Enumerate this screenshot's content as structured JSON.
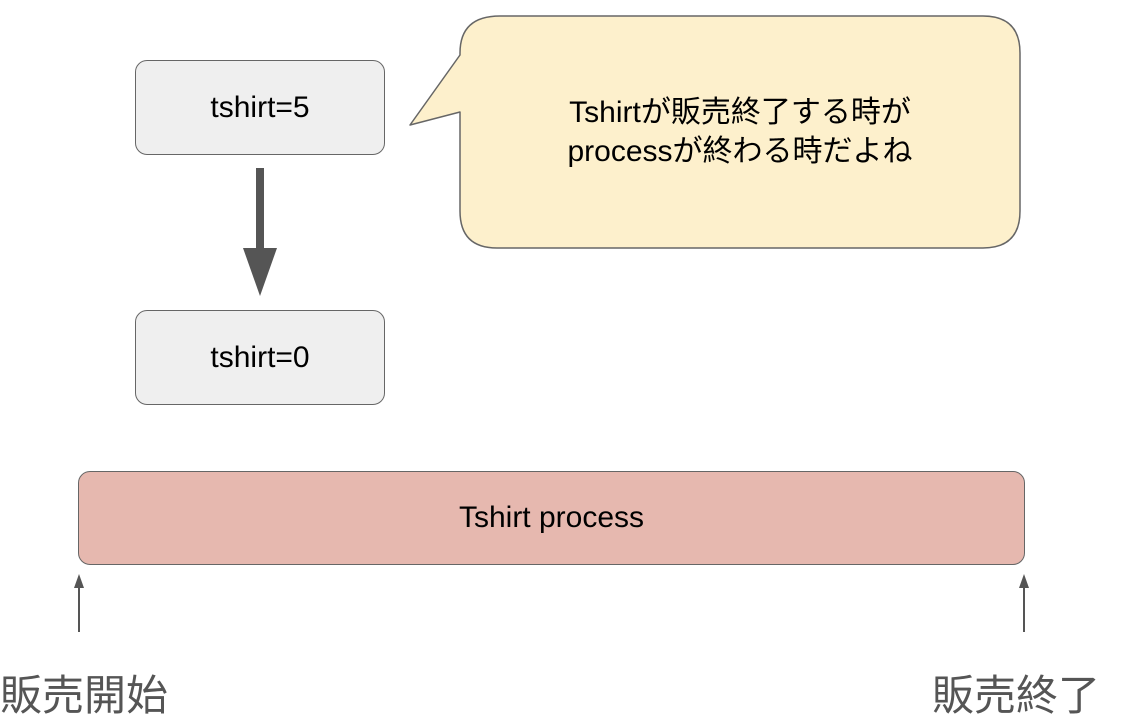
{
  "diagram": {
    "states": [
      {
        "label": "tshirt=5"
      },
      {
        "label": "tshirt=0"
      }
    ],
    "callout": {
      "lines": [
        "Tshirtが販売終了する時が",
        "processが終わる時だよね"
      ]
    },
    "process": {
      "label": "Tshirt process"
    },
    "timeline": {
      "start_label": "販売開始",
      "end_label": "販売終了"
    }
  },
  "colors": {
    "state_fill": "#efefef",
    "callout_fill": "#fdf0cc",
    "process_fill": "#e6b8af",
    "arrow": "#555555"
  }
}
